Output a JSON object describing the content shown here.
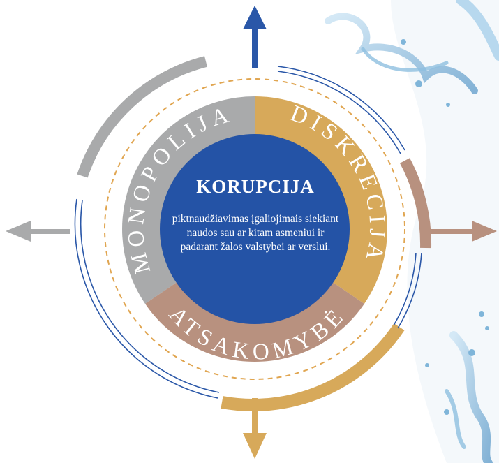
{
  "center": {
    "title": "KORUPCIJA",
    "description": "piktnaudžiavimas įgaliojimais siekiant naudos sau ar kitam asmeniui ir padarant žalos valstybei ar verslui."
  },
  "segments": {
    "monopolija": "MONOPOLIJA",
    "diskrecija": "DISKRECIJA",
    "atsakomybe": "ATSAKOMYBĖ"
  },
  "colors": {
    "center": "#2453a6",
    "monopolija": "#a9aaab",
    "diskrecija": "#d7a95a",
    "atsakomybe": "#b8917f",
    "arrow_up": "#2a57a8",
    "arrow_left": "#a9aaab",
    "arrow_right": "#b8917f",
    "arrow_down": "#d7a95a"
  }
}
